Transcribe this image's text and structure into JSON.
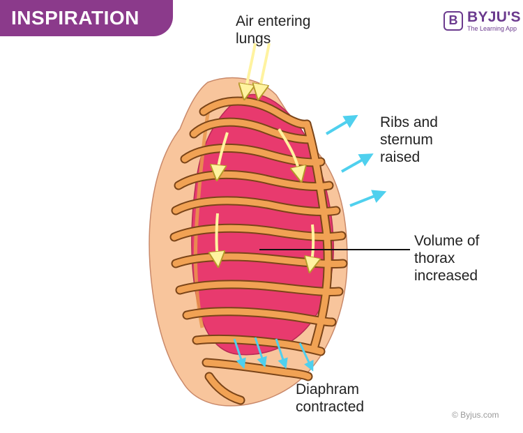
{
  "banner": {
    "title": "INSPIRATION"
  },
  "brand": {
    "mark": "B",
    "name": "BYJU'S",
    "tagline": "The Learning App"
  },
  "labels": {
    "air": [
      "Air entering",
      "lungs"
    ],
    "ribs": [
      "Ribs and",
      "sternum",
      "raised"
    ],
    "volume": [
      "Volume of",
      "thorax",
      "increased"
    ],
    "diaphragm": [
      "Diaphram",
      "contracted"
    ]
  },
  "copyright": "© Byjus.com",
  "colors": {
    "banner": "#8b3a8b",
    "skin": "#f8c59c",
    "rib": "#f1a254",
    "rib_outline": "#7a4418",
    "lung": "#e83a6e",
    "air_arrow": "#fff3a0",
    "movement_arrow": "#4fd0ee"
  }
}
